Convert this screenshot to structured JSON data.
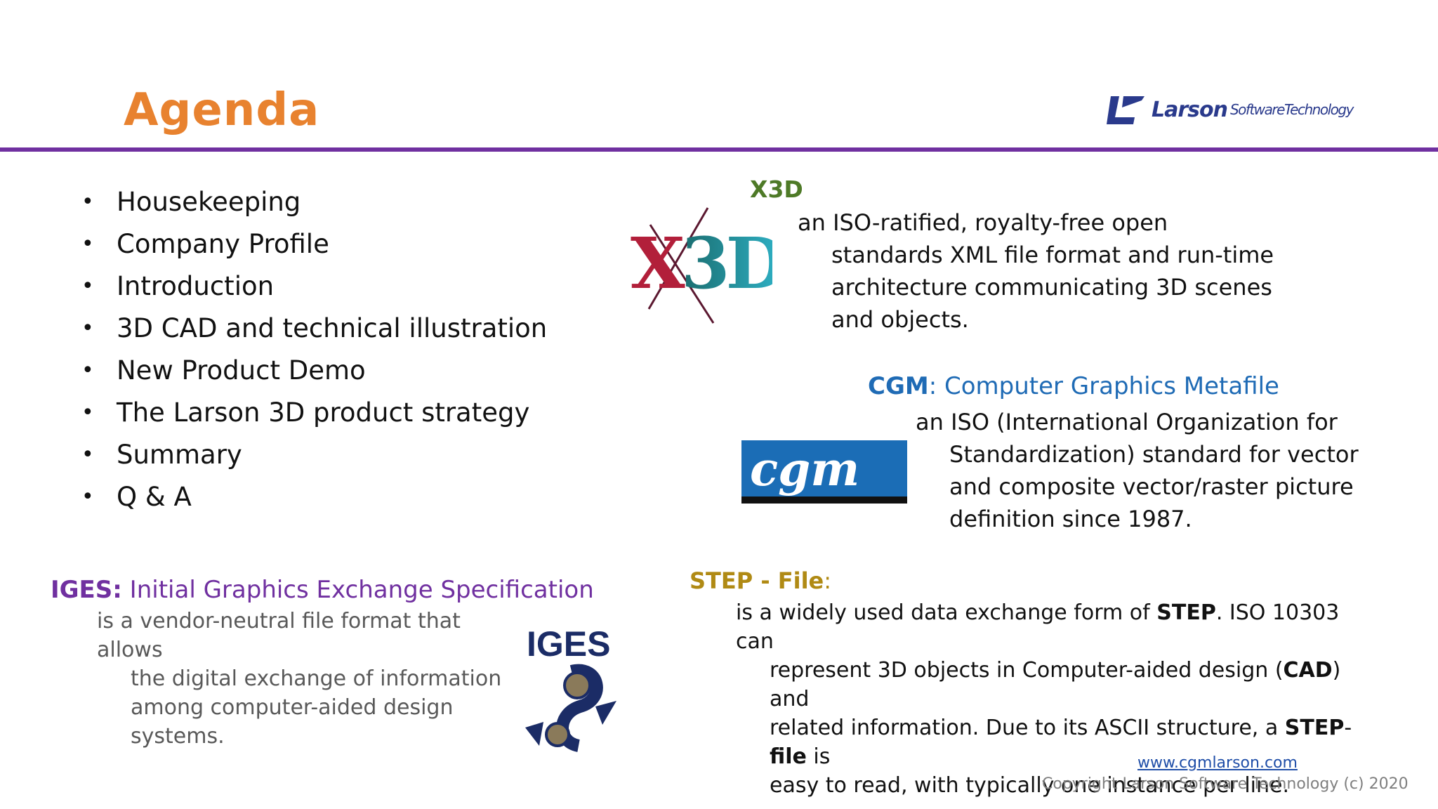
{
  "title": "Agenda",
  "logo": {
    "brand": "Larson",
    "tagline": "SoftwareTechnology"
  },
  "agenda": [
    "Housekeeping",
    "Company Profile",
    "Introduction",
    "3D CAD and technical illustration",
    "New Product Demo",
    "The Larson 3D product strategy",
    "Summary",
    "Q & A"
  ],
  "x3d": {
    "heading": "X3D",
    "logo_text": "X3D",
    "line1": "an ISO-ratified, royalty-free open",
    "line2": "standards XML file format and run-time",
    "line3": "architecture communicating 3D scenes",
    "line4": "and objects."
  },
  "cgm": {
    "heading_bold": "CGM",
    "heading_rest": ": Computer Graphics Metafile",
    "logo_text": "cgm",
    "line1": "an ISO (International Organization for",
    "line2": "Standardization) standard for vector",
    "line3": "and composite vector/raster picture",
    "line4": "definition since 1987."
  },
  "iges": {
    "heading_bold": "IGES:",
    "heading_rest": " Initial Graphics Exchange Specification",
    "logo_text": "IGES",
    "line1": "is a vendor-neutral file format that allows",
    "line2": "the digital exchange of information",
    "line3": "among computer-aided design systems."
  },
  "step": {
    "heading": "STEP - File",
    "heading_colon": ":",
    "l1a": "is a widely used data exchange form of ",
    "l1b": "STEP",
    "l1c": ". ISO 10303 can",
    "l2a": "represent 3D objects in Computer-aided design (",
    "l2b": "CAD",
    "l2c": ") and",
    "l3a": "related information. Due to its ASCII structure, a ",
    "l3b": "STEP",
    "l3c": "-",
    "l3d": "file",
    "l3e": " is",
    "l4": "easy to read, with typically one instance per line."
  },
  "footer": {
    "link": "www.cgmlarson.com",
    "copyright": "Copyright Larson Software Technology (c) 2020"
  }
}
